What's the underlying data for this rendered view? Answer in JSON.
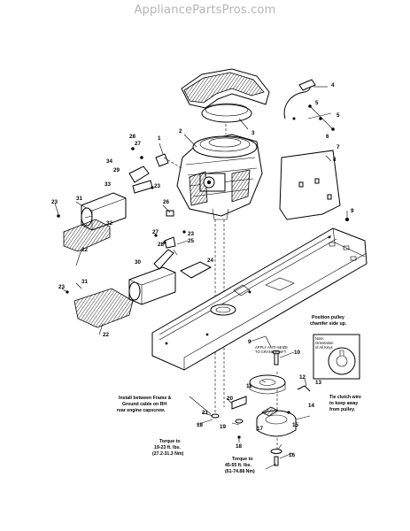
{
  "header": {
    "watermark": "AppliancePartsPros.com"
  },
  "callouts": {
    "c1": "1",
    "c2": "2",
    "c3": "3",
    "c4": "4",
    "c5": "5",
    "c5b": "5",
    "c6": "6",
    "c7": "7",
    "c8": "8",
    "c9": "9",
    "c9b": "9",
    "c10": "10",
    "c11": "11",
    "c12": "12",
    "c13": "13",
    "c14": "14",
    "c15": "15",
    "c16": "16",
    "c17": "17",
    "c18": "18",
    "c18b": "18",
    "c19": "19",
    "c20": "20",
    "c21": "21",
    "c22": "22",
    "c22b": "22",
    "c23": "23",
    "c23b": "23",
    "c23c": "23",
    "c23d": "23",
    "c24": "24",
    "c25": "25",
    "c26": "26",
    "c27": "27",
    "c27b": "27",
    "c28": "28",
    "c28b": "28",
    "c29": "29",
    "c30": "30",
    "c31": "31",
    "c31b": "31",
    "c32": "32",
    "c33": "33",
    "c34": "34"
  },
  "notes": {
    "pulley_chamfer": [
      "Position pulley",
      "chamfer side up."
    ],
    "anti_seize": [
      "APPLY ANTI-SEIZE",
      "TO CRANKSHAFT"
    ],
    "keys_note": [
      "Note:",
      "Orientation",
      "of All Keys"
    ],
    "tie_clutch": [
      "Tie clutch wire",
      "to keep away",
      "from pulley."
    ],
    "frame_ground": [
      "Install between Frame &",
      "Ground cable on RH",
      "rear engine capscrew."
    ],
    "torque_a": [
      "Torque to",
      "19-23 ft. lbs.",
      "(27.2-31.3 Nm)"
    ],
    "torque_b": [
      "Torque to",
      "45-55 ft. lbs.",
      "(61-74.88 Nm)"
    ]
  }
}
